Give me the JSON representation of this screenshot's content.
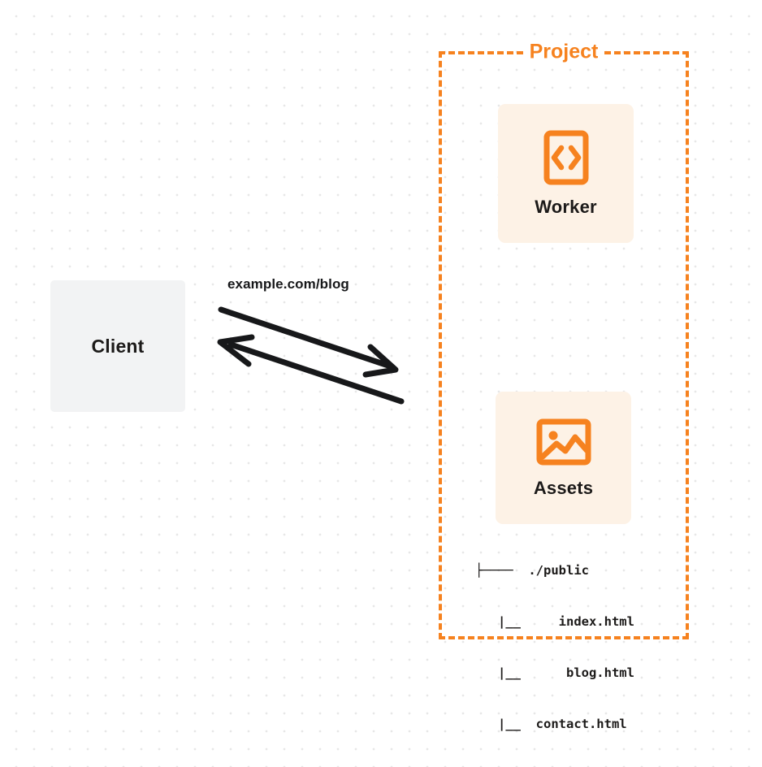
{
  "diagram": {
    "title": "Project",
    "background": "dot-grid",
    "accent_color": "#f6821f",
    "card_background": "#fdf2e6",
    "client_background": "#f2f3f4",
    "text_color": "#1c1a19"
  },
  "client": {
    "label": "Client",
    "icon": "none"
  },
  "project": {
    "label": "Project",
    "border_style": "dashed",
    "border_color": "#f6821f"
  },
  "nodes": [
    {
      "id": "worker",
      "label": "Worker",
      "icon": "code-brackets-icon"
    },
    {
      "id": "assets",
      "label": "Assets",
      "icon": "image-icon"
    }
  ],
  "worker": {
    "label": "Worker",
    "icon": "code-brackets-icon"
  },
  "assets": {
    "label": "Assets",
    "icon": "image-icon"
  },
  "file_tree": {
    "lines": [
      "├────  ./public",
      "   |__     index.html",
      "   |__      blog.html",
      "   |__  contact.html"
    ],
    "line1": "├────  ./public",
    "line2": "   |__     index.html",
    "line3": "   |__      blog.html",
    "line4": "   |__  contact.html"
  },
  "connector": {
    "label": "example.com/blog",
    "direction": "bidirectional",
    "color": "#17181a"
  }
}
